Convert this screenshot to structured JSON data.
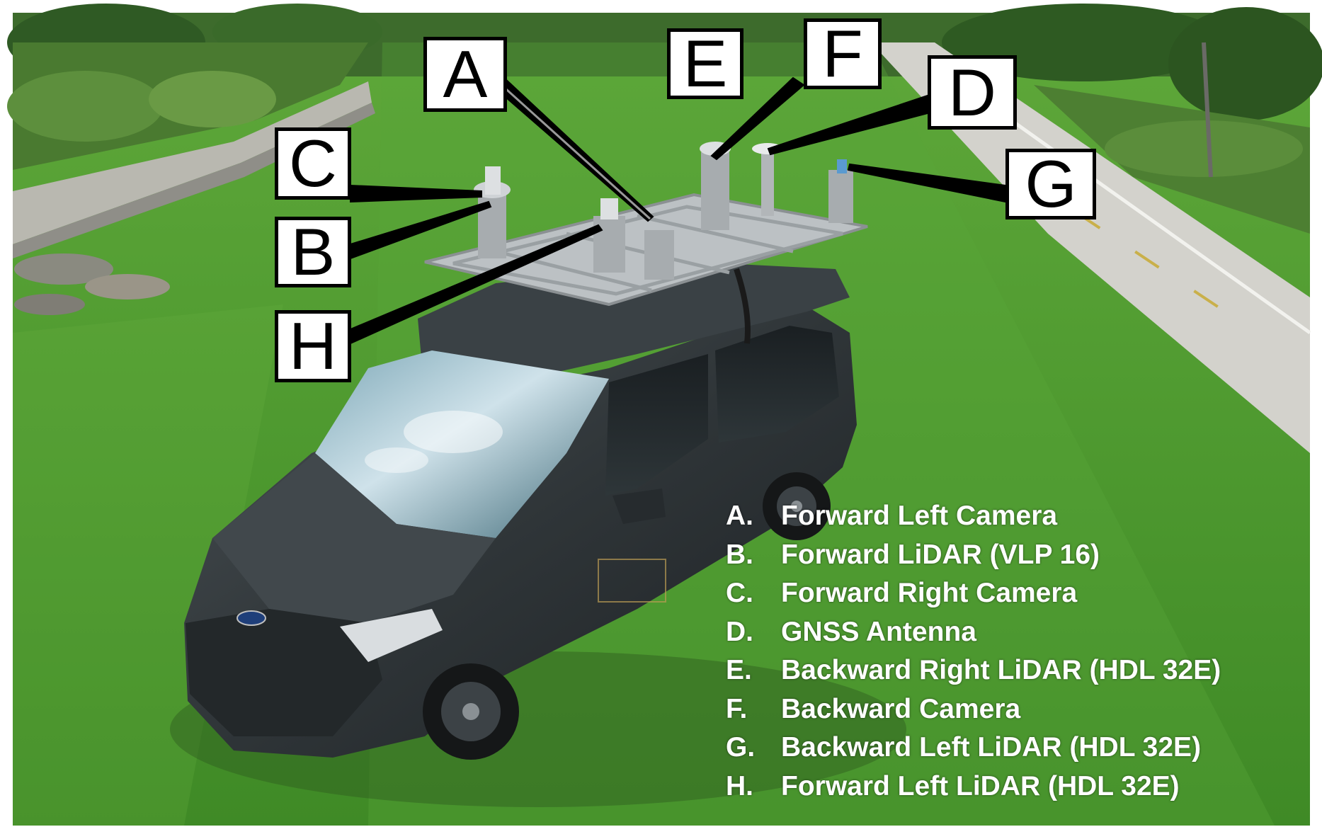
{
  "colors": {
    "grass": "#4f9a30",
    "grass_light": "#67b23e",
    "van_body": "#2c3134",
    "path": "#d3d2cc",
    "rack": "#c8cccf",
    "callout_border": "#000000",
    "legend_text": "#ffffff"
  },
  "callouts": {
    "a": "A",
    "b": "B",
    "c": "C",
    "d": "D",
    "e": "E",
    "f": "F",
    "g": "G",
    "h": "H"
  },
  "legend": [
    {
      "letter": "A.",
      "label": "Forward Left Camera"
    },
    {
      "letter": "B.",
      "label": "Forward LiDAR (VLP 16)"
    },
    {
      "letter": "C.",
      "label": "Forward Right Camera"
    },
    {
      "letter": "D.",
      "label": "GNSS Antenna"
    },
    {
      "letter": "E.",
      "label": "Backward Right LiDAR (HDL 32E)"
    },
    {
      "letter": "F.",
      "label": "Backward Camera"
    },
    {
      "letter": "G.",
      "label": "Backward Left LiDAR (HDL 32E)"
    },
    {
      "letter": "H.",
      "label": "Forward Left LiDAR (HDL 32E)"
    }
  ]
}
